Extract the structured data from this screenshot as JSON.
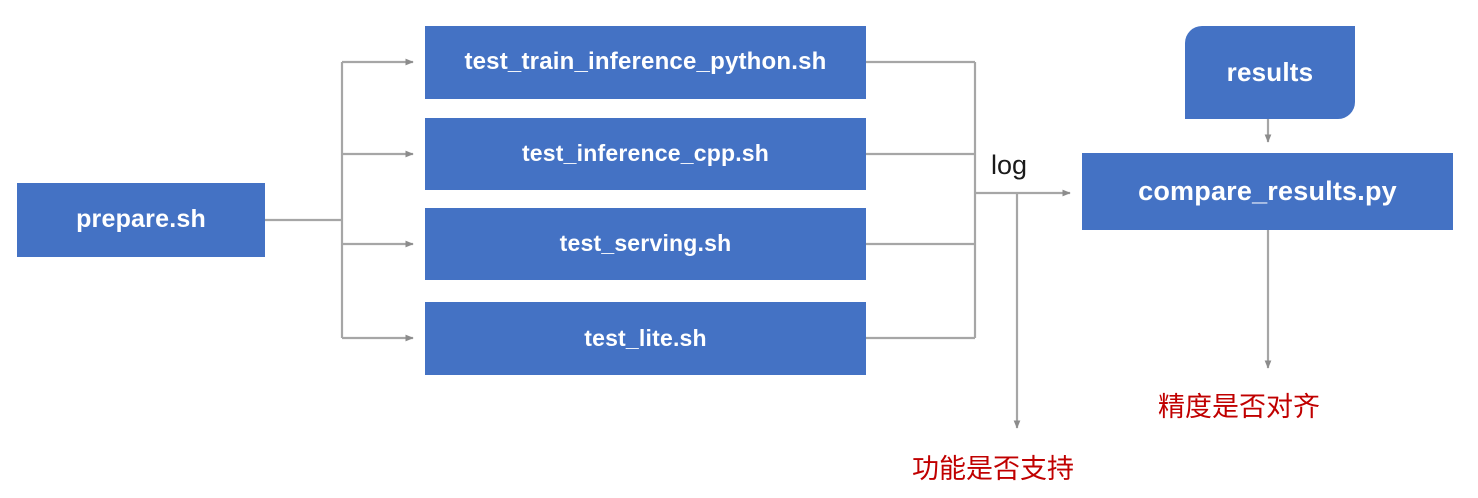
{
  "diagram": {
    "title": "test pipeline flow",
    "colors": {
      "node_fill": "#4472C4",
      "node_text": "#FFFFFF",
      "wire": "#A6A6A6",
      "note_text": "#C00000",
      "background": "#FFFFFF"
    },
    "entry": {
      "label": "prepare.sh"
    },
    "steps": [
      {
        "label": "test_train_inference_python.sh"
      },
      {
        "label": "test_inference_cpp.sh"
      },
      {
        "label": "test_serving.sh"
      },
      {
        "label": "test_lite.sh"
      }
    ],
    "edge_labels": {
      "log": "log"
    },
    "results_node": {
      "label": "results"
    },
    "compare_node": {
      "label": "compare_results.py"
    },
    "notes": [
      {
        "id": "function-support",
        "label": "功能是否支持"
      },
      {
        "id": "precision-aligned",
        "label": "精度是否对齐"
      }
    ]
  }
}
